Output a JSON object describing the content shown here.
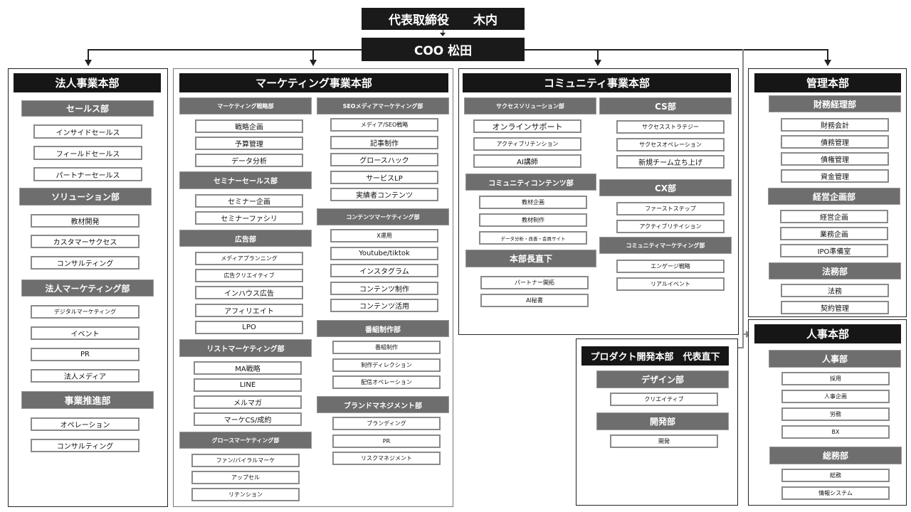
{
  "executives": {
    "ceo": "代表取締役　　木内",
    "coo": "COO 松田"
  },
  "colors": {
    "headquarters_bg": "#161616",
    "department_bg": "#6e6e6e",
    "unit_border": "#8a8a8a",
    "connector": "#222222",
    "connector_secondary": "#888888"
  },
  "divisions": {
    "corporate": {
      "title": "法人事業本部",
      "departments": [
        {
          "name": "セールス部",
          "units": [
            "インサイドセールス",
            "フィールドセールス",
            "パートナーセールス"
          ]
        },
        {
          "name": "ソリューション部",
          "units": [
            "教材開発",
            "カスタマーサクセス",
            "コンサルティング"
          ]
        },
        {
          "name": "法人マーケティング部",
          "units": [
            "デジタルマーケティング",
            "イベント",
            "PR",
            "法人メディア"
          ]
        },
        {
          "name": "事業推進部",
          "units": [
            "オペレーション",
            "コンサルティング"
          ]
        }
      ]
    },
    "marketing": {
      "title": "マーケティング事業本部",
      "departments": [
        {
          "name": "マーケティング戦略部",
          "units": [
            "戦略企画",
            "予算管理",
            "データ分析"
          ]
        },
        {
          "name": "セミナーセールス部",
          "units": [
            "セミナー企画",
            "セミナーファシリ"
          ]
        },
        {
          "name": "広告部",
          "units": [
            "メディアプランニング",
            "広告クリエイティブ",
            "インハウス広告",
            "アフィリエイト",
            "LPO"
          ]
        },
        {
          "name": "リストマーケティング部",
          "units": [
            "MA戦略",
            "LINE",
            "メルマガ",
            "マーケCS/成約"
          ]
        },
        {
          "name": "グロースマーケティング部",
          "units": [
            "ファン/バイラルマーケ",
            "アップセル",
            "リテンション"
          ]
        },
        {
          "name": "SEOメディアマーケティング部",
          "units": [
            "メディア/SEO戦略",
            "記事制作",
            "グロースハック",
            "サービスLP",
            "実績者コンテンツ"
          ]
        },
        {
          "name": "コンテンツマーケティング部",
          "units": [
            "X運用",
            "Youtube/tiktok",
            "インスタグラム",
            "コンテンツ制作",
            "コンテンツ活用"
          ]
        },
        {
          "name": "番組制作部",
          "units": [
            "番組制作",
            "制作ディレクション",
            "配信オペレーション"
          ]
        },
        {
          "name": "ブランドマネジメント部",
          "units": [
            "ブランディング",
            "PR",
            "リスクマネジメント"
          ]
        }
      ]
    },
    "community": {
      "title": "コミュニティ事業本部",
      "departments": [
        {
          "name": "サクセスソリューション部",
          "units": [
            "オンラインサポート",
            "アクティブリテンション",
            "AI講師"
          ]
        },
        {
          "name": "コミュニティコンテンツ部",
          "units": [
            "教材企画",
            "教材制作",
            "データ分析・改善・会員サイト"
          ]
        },
        {
          "name": "本部長直下",
          "units": [
            "パートナー開拓",
            "AI秘書"
          ]
        },
        {
          "name": "CS部",
          "units": [
            "サクセスストラテジー",
            "サクセスオペレーション",
            "新規チーム立ち上げ"
          ]
        },
        {
          "name": "CX部",
          "units": [
            "ファーストステップ",
            "アクティブリテイション"
          ]
        },
        {
          "name": "コミュニティマーケティング部",
          "units": [
            "エンゲージ戦略",
            "リアルイベント"
          ]
        }
      ]
    },
    "management": {
      "title": "管理本部",
      "departments": [
        {
          "name": "財務経理部",
          "units": [
            "財務会計",
            "債務管理",
            "債権管理",
            "資金管理"
          ]
        },
        {
          "name": "経営企画部",
          "units": [
            "経営企画",
            "業務企画",
            "IPO準備室"
          ]
        },
        {
          "name": "法務部",
          "units": [
            "法務",
            "契約管理"
          ]
        }
      ]
    },
    "hr": {
      "title": "人事本部",
      "departments": [
        {
          "name": "人事部",
          "units": [
            "採用",
            "人事企画",
            "労務",
            "BX"
          ]
        },
        {
          "name": "総務部",
          "units": [
            "総務",
            "情報システム"
          ]
        }
      ]
    },
    "product": {
      "title": "プロダクト開発本部　代表直下",
      "departments": [
        {
          "name": "デザイン部",
          "units": [
            "クリエイティブ"
          ]
        },
        {
          "name": "開発部",
          "units": [
            "開発"
          ]
        }
      ]
    }
  }
}
